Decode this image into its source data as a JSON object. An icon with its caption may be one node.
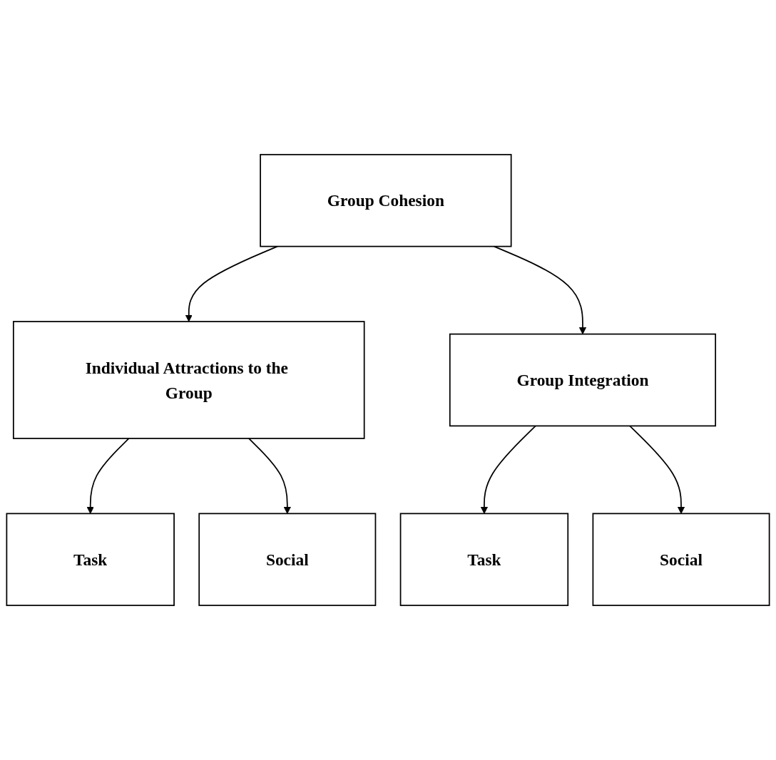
{
  "diagram": {
    "nodes": [
      {
        "text": [
          "Group Cohesion"
        ]
      },
      {
        "text": [
          "Individual Attractions to the Group"
        ]
      },
      {
        "text": [
          "Group Integration"
        ]
      },
      {
        "text": [
          "Task"
        ]
      },
      {
        "text": [
          "Social"
        ]
      },
      {
        "text": [
          "Task"
        ]
      },
      {
        "text": [
          "Social"
        ]
      }
    ],
    "edges": [
      {
        "from": 0,
        "to": 1,
        "arrow": "to"
      },
      {
        "from": 0,
        "to": 2,
        "arrow": "to"
      },
      {
        "from": 1,
        "to": 3,
        "arrow": "to"
      },
      {
        "from": 1,
        "to": 4,
        "arrow": "to"
      },
      {
        "from": 2,
        "to": 5,
        "arrow": "to"
      },
      {
        "from": 2,
        "to": 6,
        "arrow": "to"
      }
    ]
  }
}
